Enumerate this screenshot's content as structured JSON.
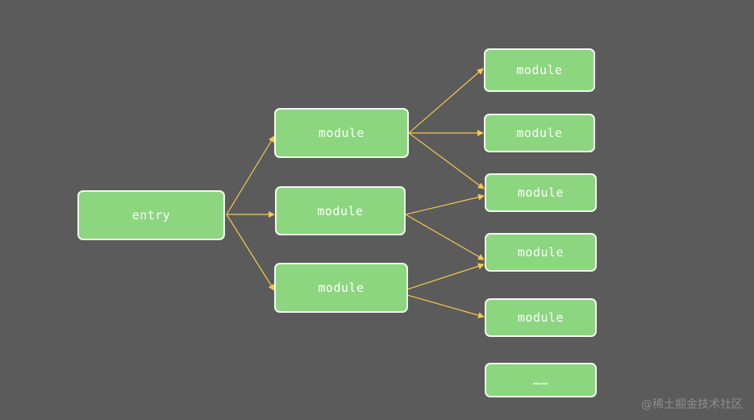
{
  "diagram": {
    "entry_label": "entry",
    "module_label": "module",
    "ellipsis_label": "……",
    "edge_color": "#f2c94c",
    "node_fill": "#8bd67e",
    "node_border": "#f2f7f0",
    "background": "#5b5b5b"
  },
  "watermark": {
    "text": "@稀土掘金技术社区"
  }
}
